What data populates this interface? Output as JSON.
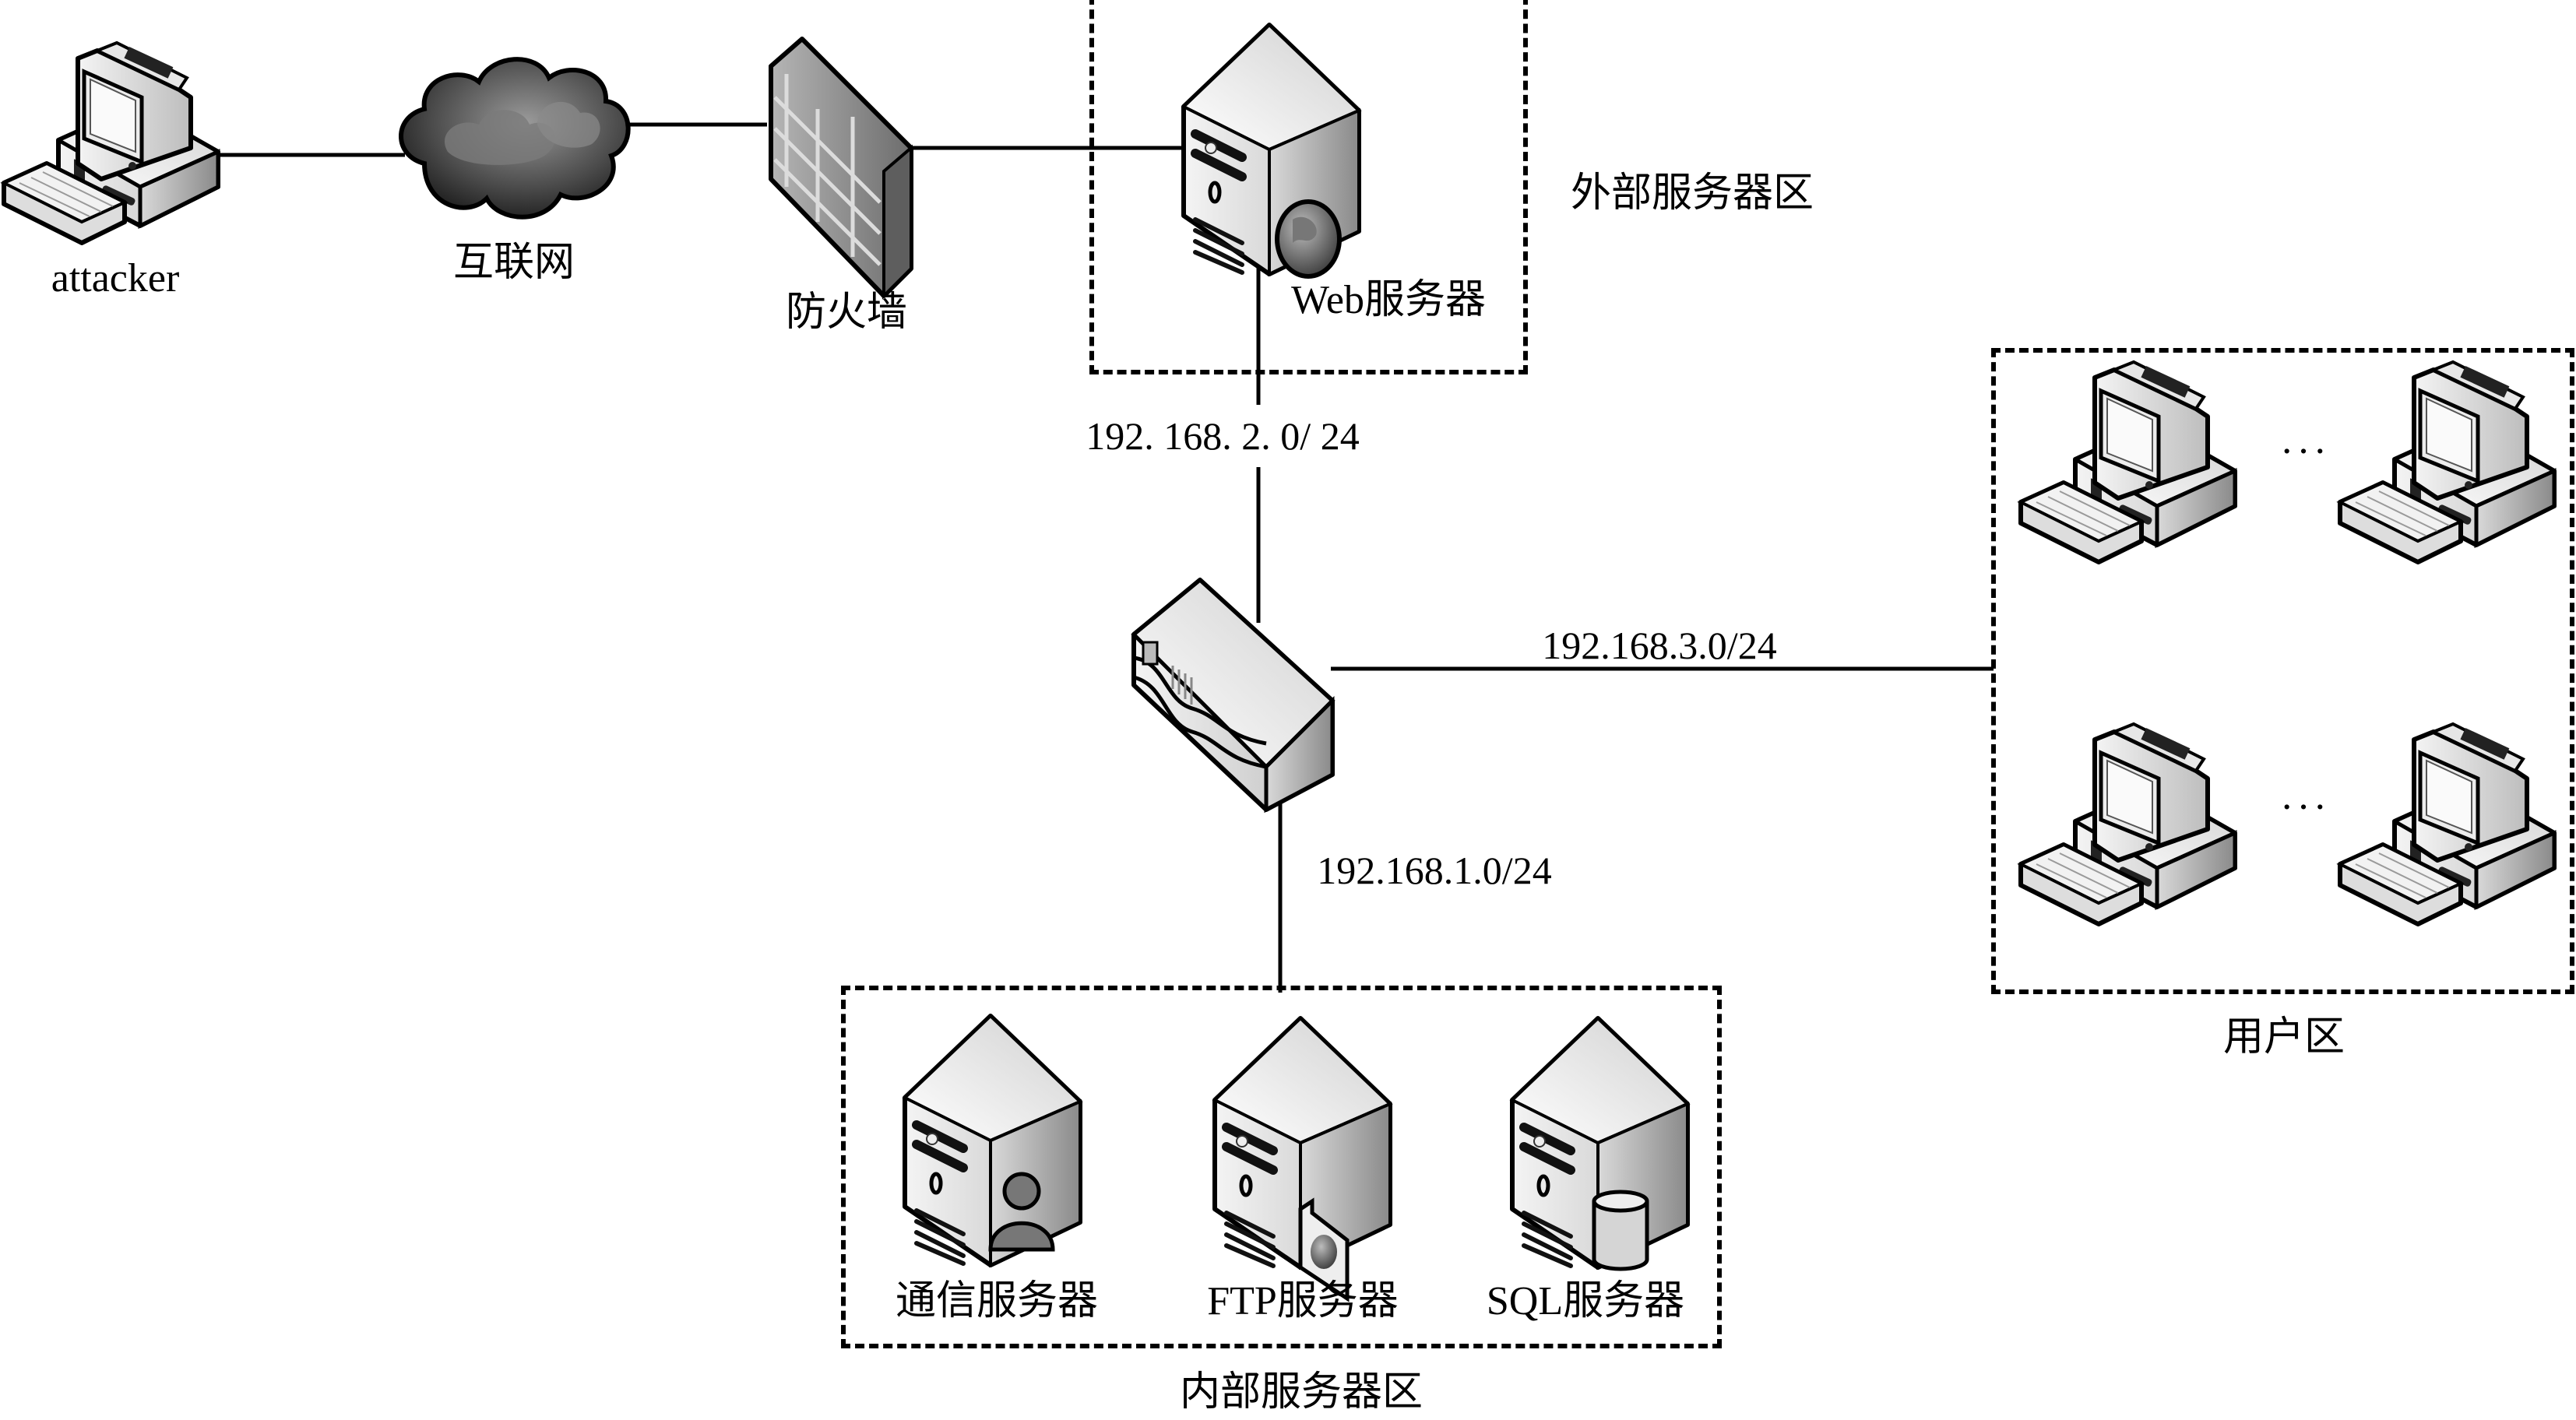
{
  "diagram": {
    "type": "network-topology",
    "nodes": {
      "attacker": {
        "label": "attacker",
        "icon": "desktop-computer-icon"
      },
      "internet": {
        "label": "互联网",
        "icon": "cloud-icon"
      },
      "firewall": {
        "label": "防火墙",
        "icon": "firewall-brick-wall-icon"
      },
      "web_server": {
        "label": "Web服务器",
        "icon": "web-server-globe-icon"
      },
      "router": {
        "label": "",
        "icon": "router-icon"
      },
      "comm_server": {
        "label": "通信服务器",
        "icon": "server-user-icon"
      },
      "ftp_server": {
        "label": "FTP服务器",
        "icon": "server-file-globe-icon"
      },
      "sql_server": {
        "label": "SQL服务器",
        "icon": "server-database-icon"
      }
    },
    "zones": {
      "external": {
        "label": "外部服务器区"
      },
      "internal": {
        "label": "内部服务器区"
      },
      "users": {
        "label": "用户区",
        "ellipsis": "···",
        "computer_count": 4
      }
    },
    "links": [
      {
        "from": "attacker",
        "to": "internet",
        "label": ""
      },
      {
        "from": "internet",
        "to": "firewall",
        "label": ""
      },
      {
        "from": "firewall",
        "to": "web_server",
        "label": ""
      },
      {
        "from": "web_server",
        "to": "router",
        "label": "192. 168. 2. 0/ 24"
      },
      {
        "from": "router",
        "to": "users",
        "label": "192.168.3.0/24"
      },
      {
        "from": "router",
        "to": "internal",
        "label": "192.168.1.0/24"
      }
    ]
  }
}
